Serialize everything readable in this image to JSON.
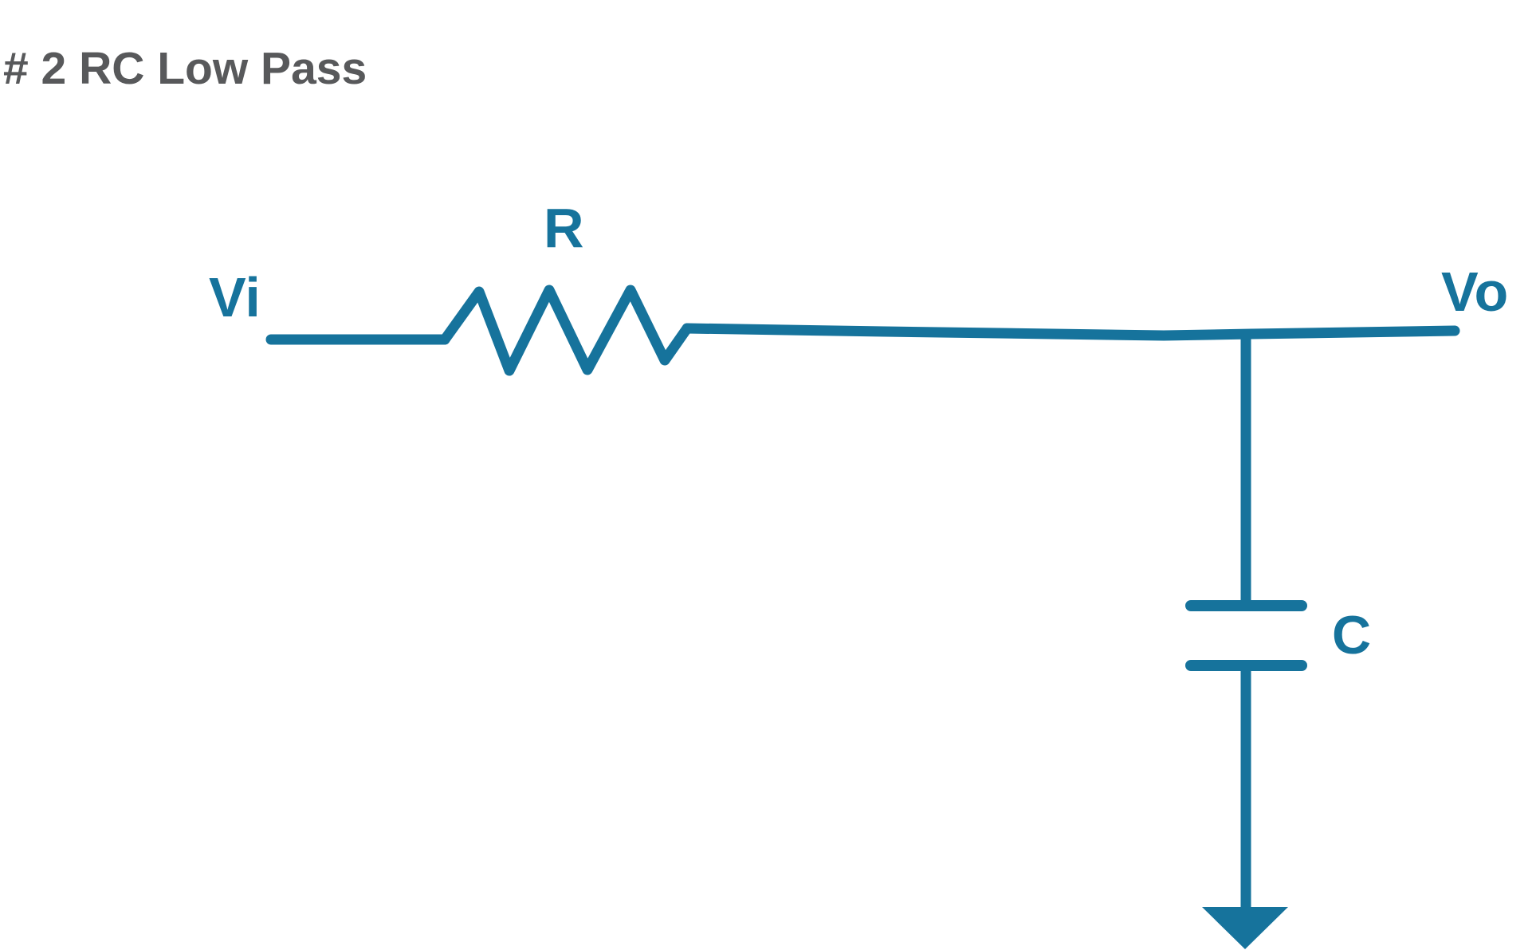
{
  "title": {
    "text": "# 2 RC Low Pass",
    "color": "#58595B"
  },
  "diagram": {
    "type": "circuit-schematic",
    "accent_color": "#16739C",
    "labels": {
      "input_node": "Vi",
      "resistor": "R",
      "output_node": "Vo",
      "capacitor": "C"
    },
    "components": [
      {
        "id": "R",
        "kind": "resistor",
        "connects": [
          "Vi",
          "Vo"
        ]
      },
      {
        "id": "C",
        "kind": "capacitor",
        "connects": [
          "Vo",
          "ground"
        ]
      },
      {
        "id": "ground",
        "kind": "ground-arrow",
        "connects": [
          "C"
        ]
      }
    ]
  }
}
